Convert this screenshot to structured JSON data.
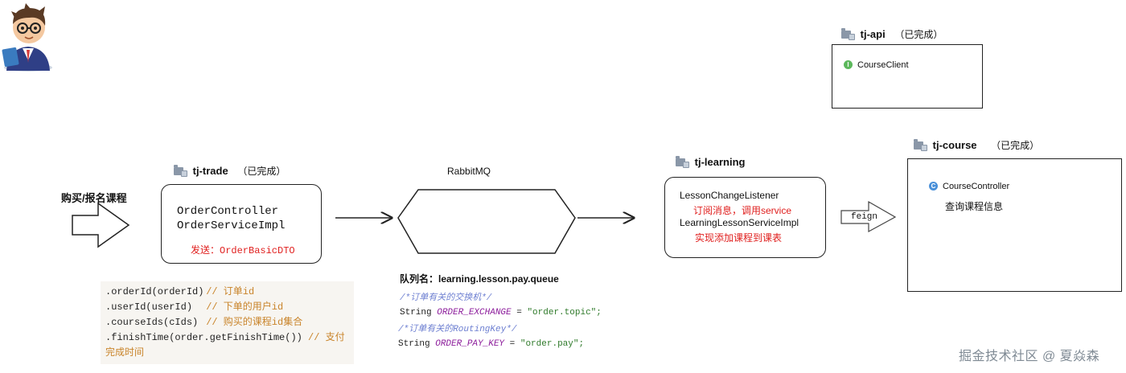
{
  "user_action": "购买/报名课程",
  "trade": {
    "module": "tj-trade",
    "status": "（已完成）",
    "controller": "OrderController",
    "service": "OrderServiceImpl",
    "send_label": "发送：OrderBasicDTO"
  },
  "dto_fields": [
    {
      "code": ".orderId(orderId)",
      "comment": "// 订单id"
    },
    {
      "code": ".userId(userId)",
      "comment": "// 下单的用户id"
    },
    {
      "code": ".courseIds(cIds)",
      "comment": "// 购买的课程id集合"
    },
    {
      "code": ".finishTime(order.getFinishTime())",
      "comment": "// 支付完成时间"
    }
  ],
  "mq": {
    "title": "RabbitMQ",
    "queue_label": "队列名：learning.lesson.pay.queue",
    "exchange_comment": "/*订单有关的交换机*/",
    "exchange_type": "String",
    "exchange_name": "ORDER_EXCHANGE",
    "exchange_eq": " = ",
    "exchange_value": "\"order.topic\";",
    "routing_comment": "/*订单有关的RoutingKey*/",
    "routing_type": "String",
    "routing_name": "ORDER_PAY_KEY",
    "routing_eq": " = ",
    "routing_value": "\"order.pay\";"
  },
  "learning": {
    "module": "tj-learning",
    "listener": "LessonChangeListener",
    "listener_note": "订阅消息，调用service",
    "service": "LearningLessonServiceImpl",
    "service_note": "实现添加课程到课表"
  },
  "feign_label": "feign",
  "api": {
    "module": "tj-api",
    "status": "（已完成）",
    "client": "CourseClient",
    "client_badge": "I"
  },
  "course": {
    "module": "tj-course",
    "status": "（已完成）",
    "controller": "CourseController",
    "controller_badge": "C",
    "note": "查询课程信息"
  },
  "watermark": "掘金技术社区 @ 夏焱森",
  "colors": {
    "accent_red": "#e0201f",
    "interface_badge": "#5cb85c",
    "class_badge": "#4a90d9"
  }
}
